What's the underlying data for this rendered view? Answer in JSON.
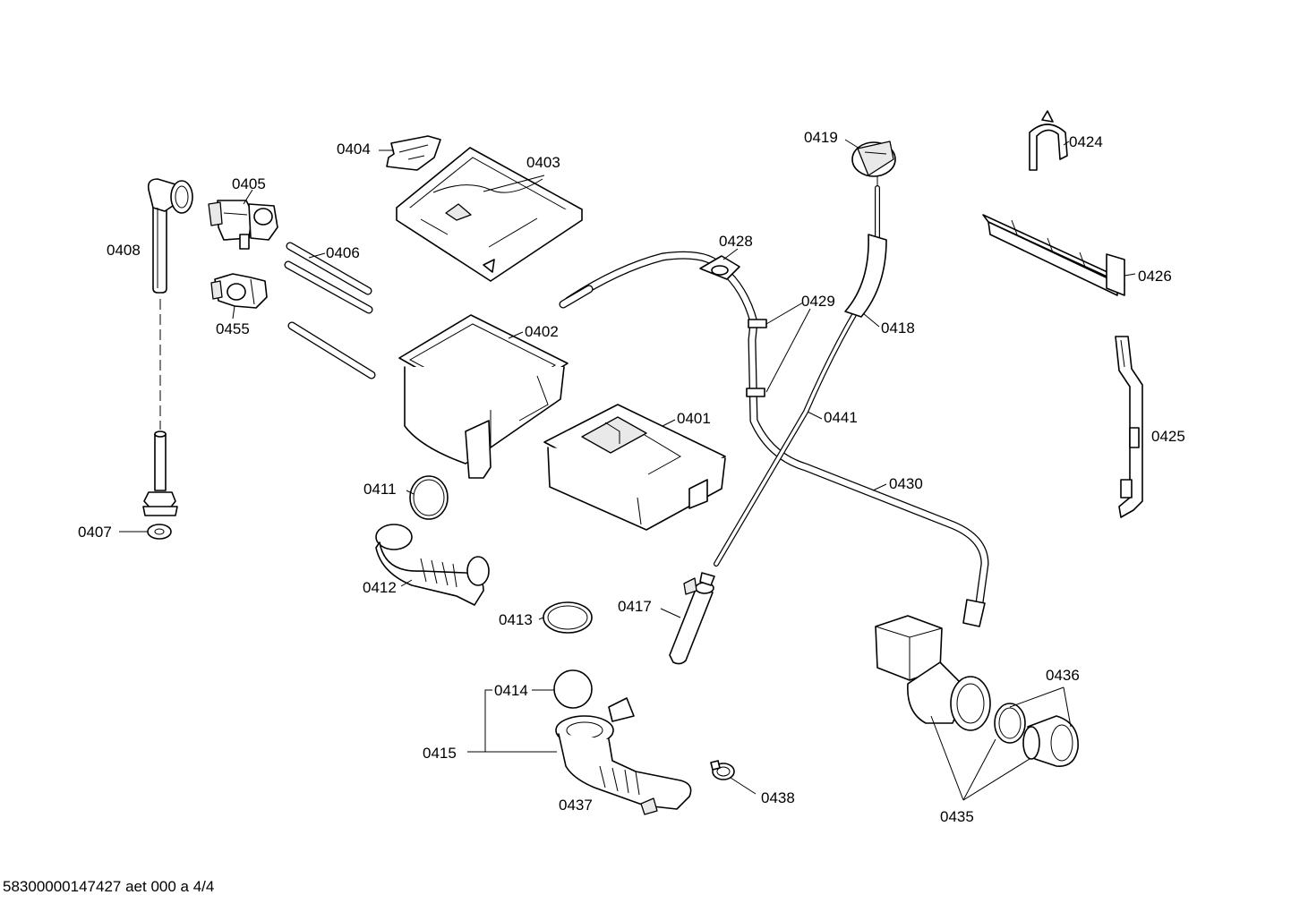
{
  "diagram": {
    "callouts": {
      "p0401": "0401",
      "p0402": "0402",
      "p0403": "0403",
      "p0404": "0404",
      "p0405": "0405",
      "p0406": "0406",
      "p0407": "0407",
      "p0408": "0408",
      "p0411": "0411",
      "p0412": "0412",
      "p0413": "0413",
      "p0414": "0414",
      "p0415": "0415",
      "p0417": "0417",
      "p0418": "0418",
      "p0419": "0419",
      "p0424": "0424",
      "p0425": "0425",
      "p0426": "0426",
      "p0428": "0428",
      "p0429": "0429",
      "p0430": "0430",
      "p0435": "0435",
      "p0436": "0436",
      "p0437": "0437",
      "p0438": "0438",
      "p0441": "0441",
      "p0455": "0455"
    }
  },
  "footer": {
    "doc_ref": "58300000147427 aet 000 a 4/4"
  }
}
